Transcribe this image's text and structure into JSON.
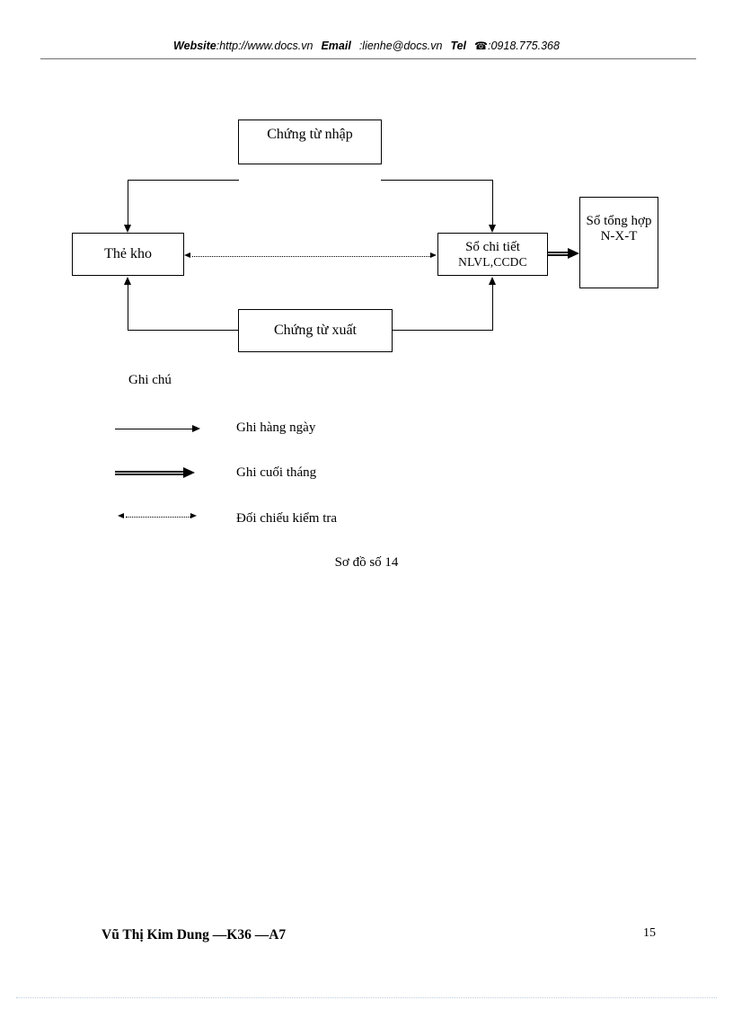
{
  "header": {
    "website_label": "Website",
    "website_sep": ":",
    "website_value": "http://www.docs.vn",
    "email_label": "Email",
    "email_sep": ":",
    "email_value": "lienhe@docs.vn",
    "tel_label": "Tel",
    "tel_icon": "telephone-icon",
    "tel_glyph": "☎",
    "tel_sep": ":",
    "tel_value": "0918.775.368"
  },
  "diagram": {
    "nodes": {
      "chung_tu_nhap": "Chứng từ nhập",
      "the_kho": "Thẻ kho",
      "so_chi_tiet_line1": "Sổ chi tiết",
      "so_chi_tiet_line2": "NLVL,CCDC",
      "so_tong_hop": "Sổ tổng hợp N-X-T",
      "chung_tu_xuat": "Chứng từ xuất"
    },
    "caption": "Sơ đồ số 14"
  },
  "legend": {
    "title": "Ghi chú",
    "items": [
      {
        "label": "Ghi hàng ngày",
        "style": "solid-thin-arrow"
      },
      {
        "label": "Ghi cuối tháng",
        "style": "double-thick-arrow"
      },
      {
        "label": "Đối chiếu kiểm tra",
        "style": "dotted-double-head-arrow"
      }
    ]
  },
  "footer": {
    "author": "Vũ Thị Kim Dung —K36 —A7",
    "page_number": "15"
  },
  "colors": {
    "text": "#000000",
    "background": "#ffffff",
    "header_rule": "#6f6f6f",
    "footer_rule": "#b9cede"
  }
}
